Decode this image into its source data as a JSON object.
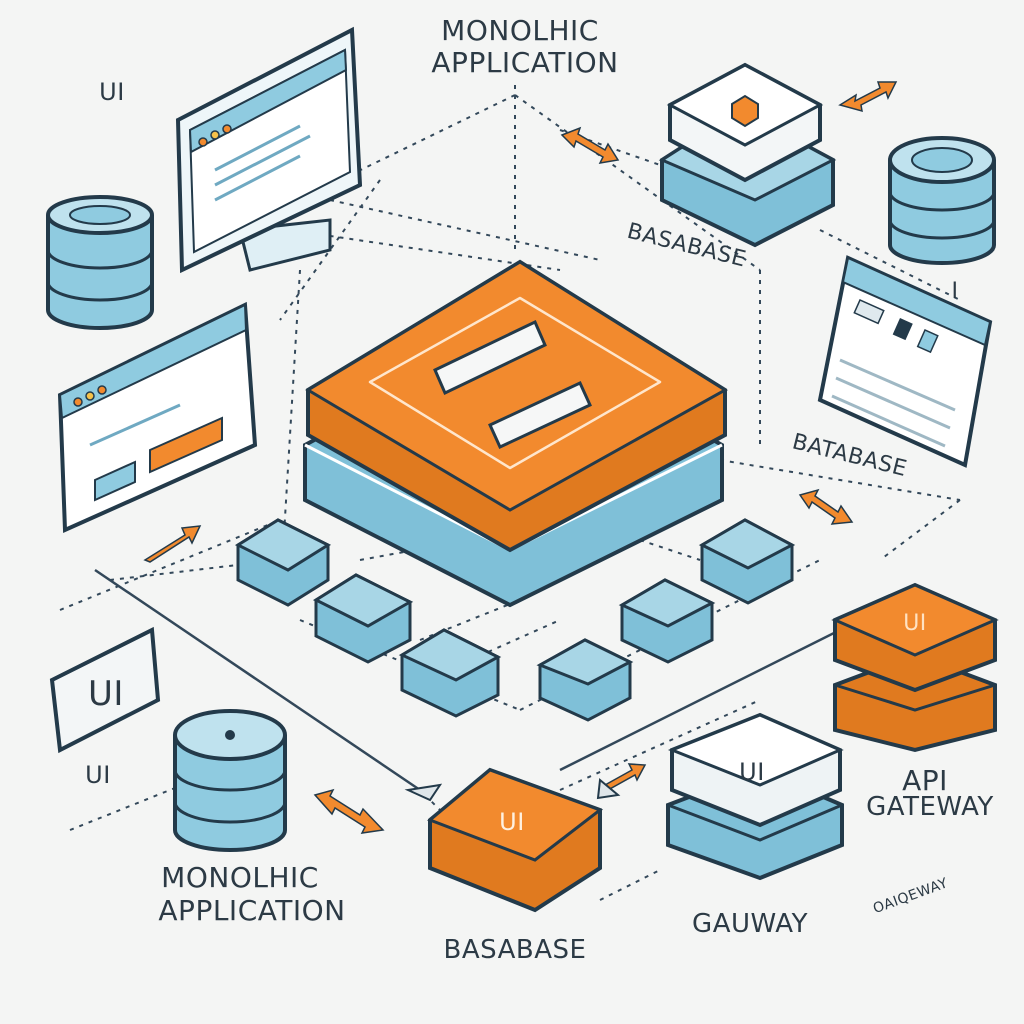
{
  "labels": {
    "top_title_line1": "MONOLHIC",
    "top_title_line2": "APPLICATION",
    "ui_top_left": "UI",
    "basabase_top": "BASABASE",
    "batabase_right": "BATABASE",
    "right_glyph": "I",
    "ui_badge_left": "UI",
    "ui_left_bottom": "UI",
    "bottom_title_line1": "MONOLHIC",
    "bottom_title_line2": "APPLICATION",
    "basabase_bottom": "BASABASE",
    "gauway": "GAUWAY",
    "api_line1": "API",
    "api_line2": "GATEWAY",
    "small_gateway": "OAIQEWAY",
    "orange_stack_ui": "UI",
    "blue_stack_ui": "UI",
    "orange_block_ui": "UI"
  },
  "colors": {
    "orange": "#f28a2e",
    "orange_dark": "#d96f12",
    "blue": "#7fc0d8",
    "blue_dark": "#5aa3c0",
    "outline": "#233a4a",
    "background": "#f4f5f4"
  }
}
